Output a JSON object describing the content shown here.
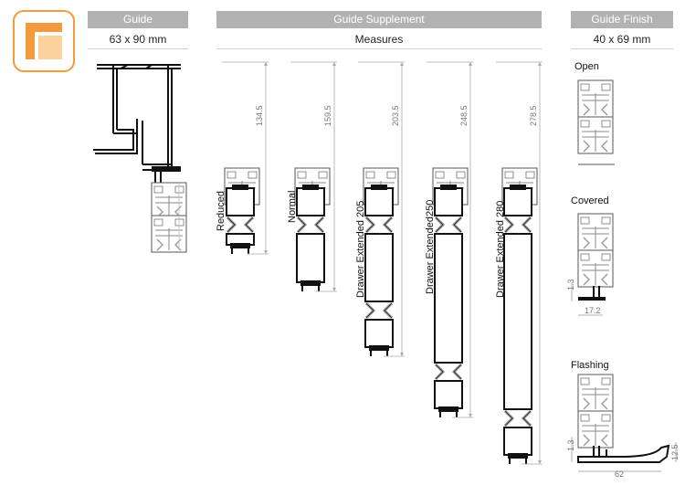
{
  "columns": {
    "guide": {
      "title": "Guide",
      "size": "63 x 90 mm"
    },
    "supplement": {
      "title": "Guide Supplement",
      "subtitle": "Measures"
    },
    "finish": {
      "title": "Guide Finish",
      "size": "40 x 69 mm"
    }
  },
  "variants": [
    {
      "label": "Reduced",
      "height": "134.5"
    },
    {
      "label": "Normal",
      "height": "159.5"
    },
    {
      "label": "Drawer Extended 205",
      "height": "203.5"
    },
    {
      "label": "Drawer Extended250",
      "height": "248.5"
    },
    {
      "label": "Drawer Extended 280",
      "height": "278.5"
    }
  ],
  "finishes": [
    {
      "label": "Open"
    },
    {
      "label": "Covered",
      "dim_v": "1.3",
      "dim_h": "17.2"
    },
    {
      "label": "Flashing",
      "dim_v": "1.3",
      "dim_h": "62",
      "dim_v2": "12.5"
    }
  ],
  "colors": {
    "header": "#b2b2b2",
    "logo_orange": "#f39a3d",
    "logo_fill": "#f7b458",
    "logo_light": "#fbd29b"
  }
}
